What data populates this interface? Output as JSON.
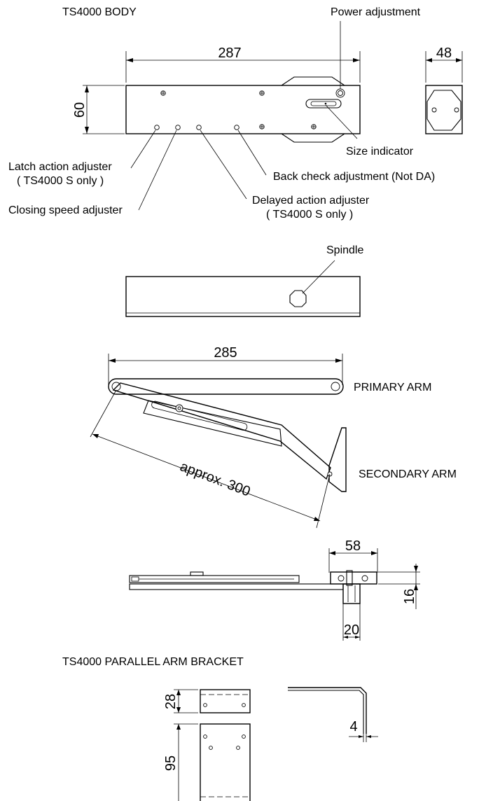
{
  "labels": {
    "body_title": "TS4000 BODY",
    "power_adjustment": "Power adjustment",
    "size_indicator": "Size indicator",
    "latch_action_1": "Latch action adjuster",
    "latch_action_2": "( TS4000 S only )",
    "back_check": "Back check adjustment (Not DA)",
    "delayed_action_1": "Delayed action adjuster",
    "delayed_action_2": "( TS4000 S only )",
    "closing_speed": "Closing speed adjuster",
    "spindle": "Spindle",
    "primary_arm": "PRIMARY ARM",
    "secondary_arm": "SECONDARY ARM",
    "bracket_title": "TS4000 PARALLEL ARM BRACKET"
  },
  "dimensions": {
    "body_length": "287",
    "body_height": "60",
    "body_depth": "48",
    "primary_arm_length": "285",
    "secondary_arm_length": "approx. 300",
    "bracket_width": "58",
    "bracket_offset": "16",
    "bracket_post": "20",
    "plate_height_small": "28",
    "plate_thickness": "4",
    "plate_height_large": "95"
  }
}
